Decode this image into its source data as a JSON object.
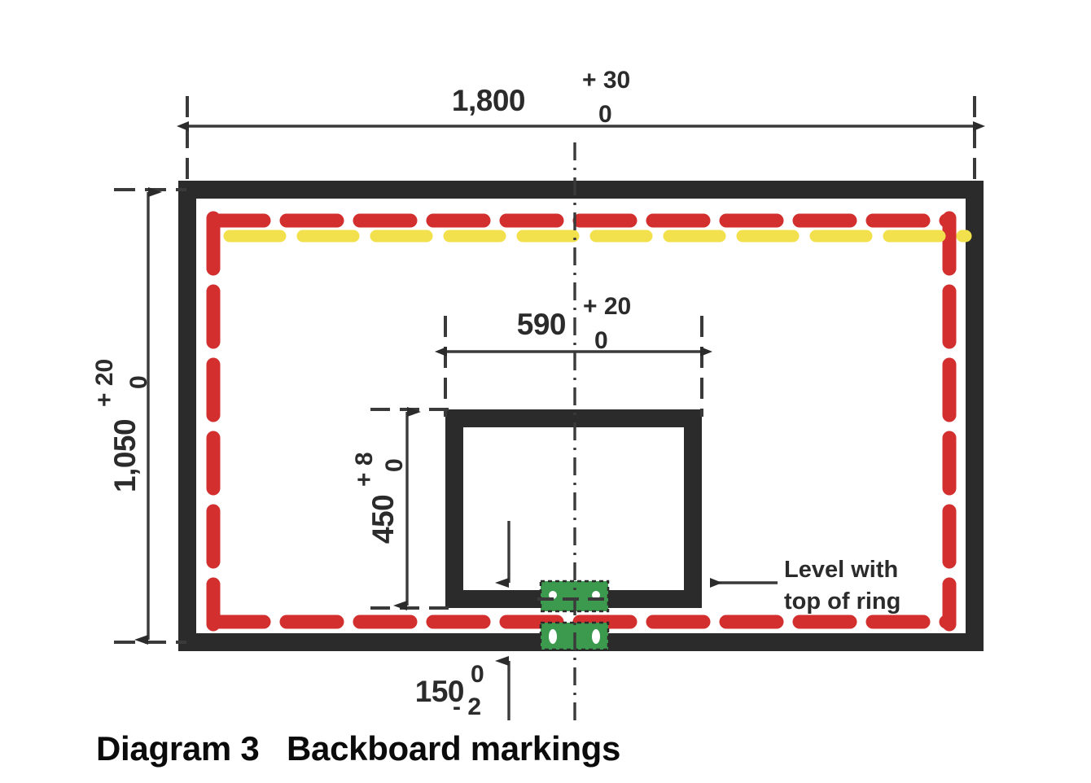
{
  "figure": {
    "caption_label": "Diagram 3",
    "caption_title": "Backboard markings",
    "subject": "basketball-backboard-markings"
  },
  "colors": {
    "board_frame": "#2b2b2b",
    "marking_red": "#d32f2f",
    "marking_yellow": "#f2e14c",
    "mount_plate_green": "#3c9a4e",
    "line": "#3a3a3a",
    "background": "#ffffff"
  },
  "dimensions": {
    "board_width": {
      "value": "1,800",
      "tolerance_upper": "+ 30",
      "tolerance_lower": "0",
      "orientation": "horizontal",
      "position": "top"
    },
    "board_height": {
      "value": "1,050",
      "tolerance_upper": "+ 20",
      "tolerance_lower": "0",
      "orientation": "vertical",
      "position": "left"
    },
    "inner_rect_width": {
      "value": "590",
      "tolerance_upper": "+ 20",
      "tolerance_lower": "0",
      "orientation": "horizontal",
      "position": "inner-top"
    },
    "inner_rect_height": {
      "value": "450",
      "tolerance_upper": "+ 8",
      "tolerance_lower": "0",
      "orientation": "vertical",
      "position": "inner-left"
    },
    "ring_plate_height": {
      "value": "150",
      "tolerance_upper": "0",
      "tolerance_lower": "- 2",
      "orientation": "vertical",
      "position": "bottom"
    }
  },
  "annotations": {
    "ring_level": {
      "line1": "Level with",
      "line2": "top of ring",
      "arrow": "points-left"
    }
  }
}
